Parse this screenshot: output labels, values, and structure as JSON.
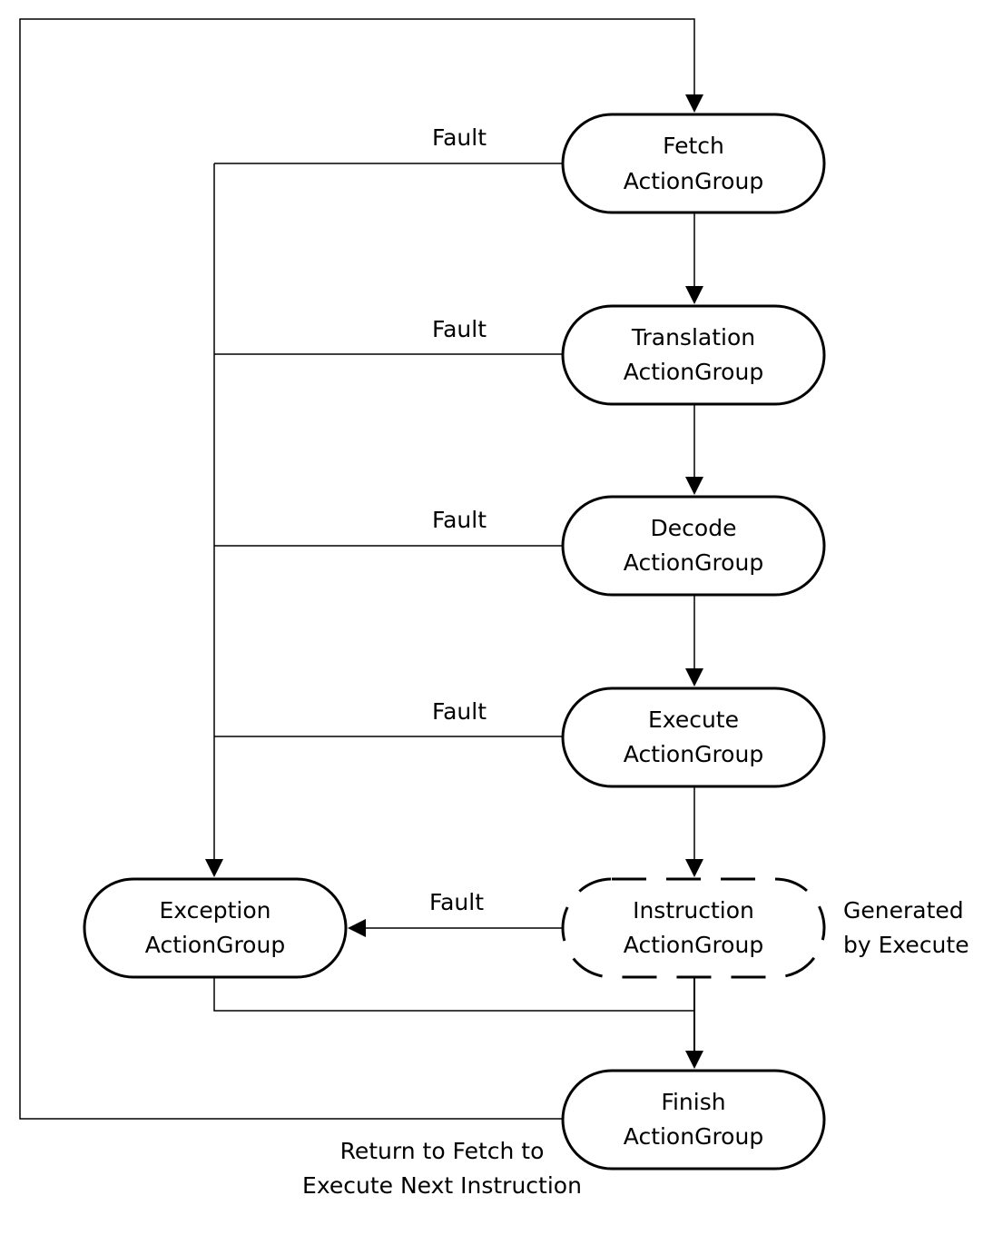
{
  "nodes": {
    "fetch": {
      "line1": "Fetch",
      "line2": "ActionGroup"
    },
    "translation": {
      "line1": "Translation",
      "line2": "ActionGroup"
    },
    "decode": {
      "line1": "Decode",
      "line2": "ActionGroup"
    },
    "execute": {
      "line1": "Execute",
      "line2": "ActionGroup"
    },
    "instruction": {
      "line1": "Instruction",
      "line2": "ActionGroup"
    },
    "exception": {
      "line1": "Exception",
      "line2": "ActionGroup"
    },
    "finish": {
      "line1": "Finish",
      "line2": "ActionGroup"
    }
  },
  "edge_labels": {
    "fault_fetch": "Fault",
    "fault_translation": "Fault",
    "fault_decode": "Fault",
    "fault_execute": "Fault",
    "fault_instruction": "Fault"
  },
  "annotations": {
    "generated_line1": "Generated",
    "generated_line2": "by Execute",
    "return_line1": "Return to Fetch to",
    "return_line2": "Execute Next Instruction"
  }
}
